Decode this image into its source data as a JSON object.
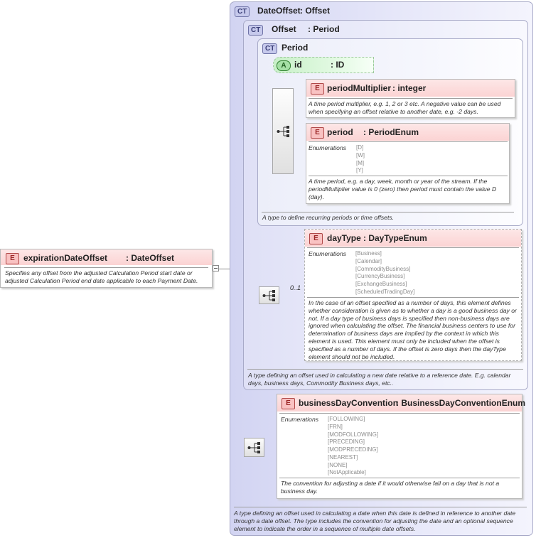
{
  "root_element": {
    "tag": "E",
    "name": "expirationDateOffset",
    "type": ": DateOffset",
    "doc": "Specifies any offset from the adjusted Calculation Period start date or adjusted Calculation Period end date applicable to each Payment Date."
  },
  "date_offset_type": {
    "tag": "CT",
    "name": "DateOffset",
    "base": ": Offset",
    "doc": "A type defining an offset used in calculating a date when this date is defined in reference to another date through a date offset. The type includes the convention for adjusting the date and an optional sequence element to indicate the order in a sequence of multiple date offsets."
  },
  "offset_type": {
    "tag": "CT",
    "name": "Offset",
    "base": ": Period",
    "doc": "A type defining an offset used in calculating a new date relative to a reference date. E.g. calendar days, business days, Commodity Business days, etc.."
  },
  "period_type": {
    "tag": "CT",
    "name": "Period",
    "doc": "A type to define recurring periods or time offsets."
  },
  "id_attribute": {
    "tag": "A",
    "name": "id",
    "type": ": ID"
  },
  "period_multiplier": {
    "tag": "E",
    "name": "periodMultiplier",
    "type": ": integer",
    "doc": "A time period multiplier, e.g. 1, 2 or 3 etc. A negative value can be used when specifying an offset relative to another date, e.g. -2 days."
  },
  "period": {
    "tag": "E",
    "name": "period",
    "type": ": PeriodEnum",
    "enum_label": "Enumerations",
    "enums": [
      "[D]",
      "[W]",
      "[M]",
      "[Y]"
    ],
    "doc": "A time period, e.g. a day, week, month or year of the stream. If the periodMultiplier value is 0 (zero) then period must contain the value D (day)."
  },
  "day_type": {
    "tag": "E",
    "name": "dayType",
    "type": ": DayTypeEnum",
    "cardinality": "0..1",
    "enum_label": "Enumerations",
    "enums": [
      "[Business]",
      "[Calendar]",
      "[CommodityBusiness]",
      "[CurrencyBusiness]",
      "[ExchangeBusiness]",
      "[ScheduledTradingDay]"
    ],
    "doc": "In the case of an offset specified as a number of days, this element defines whether consideration is given as to whether a day is a good business day or not. If a day type of business days is specified then non-business days are ignored when calculating the offset. The financial business centers to use for determination of business days are implied by the context in which this element is used. This element must only be included when the offset is specified as a number of days. If the offset is zero days then the dayType element should not be included."
  },
  "business_day_convention": {
    "tag": "E",
    "name": "businessDayConvention",
    "type": ": BusinessDayConventionEnum",
    "enum_label": "Enumerations",
    "enums": [
      "[FOLLOWING]",
      "[FRN]",
      "[MODFOLLOWING]",
      "[PRECEDING]",
      "[MODPRECEDING]",
      "[NEAREST]",
      "[NONE]",
      "[NotApplicable]"
    ],
    "doc": "The convention for adjusting a date if it would otherwise fall on a day that is not a business day."
  }
}
